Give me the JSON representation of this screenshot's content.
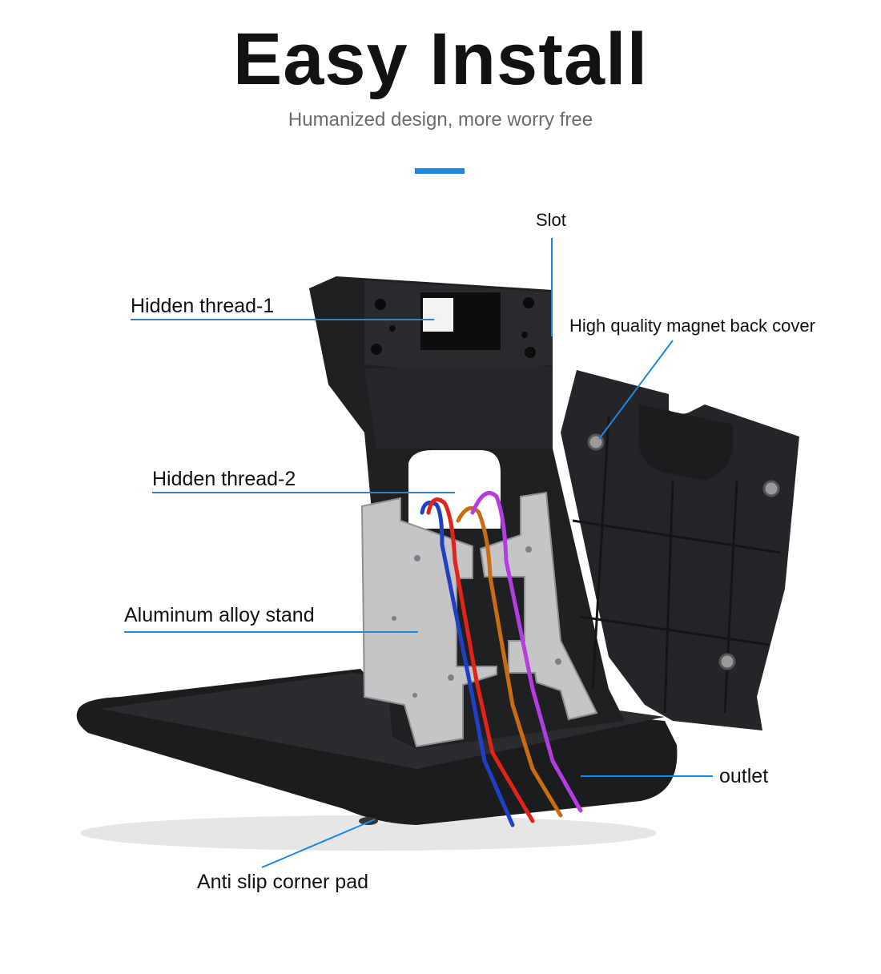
{
  "header": {
    "title": "Easy Install",
    "subtitle": "Humanized design, more worry free"
  },
  "colors": {
    "accent": "#1f86db",
    "stand_body": "#1b1c1e",
    "bracket": "#c4c5c7",
    "wire_blue": "#1f3fc7",
    "wire_red": "#e0241b",
    "wire_orange": "#c86d12",
    "wire_purple": "#b43ce0"
  },
  "callouts": {
    "slot": "Slot",
    "hidden_thread_1": "Hidden thread-1",
    "magnet_back_cover": "High quality magnet back cover",
    "hidden_thread_2": "Hidden thread-2",
    "aluminum_stand": "Aluminum alloy stand",
    "outlet": "outlet",
    "corner_pad": "Anti slip corner pad"
  }
}
